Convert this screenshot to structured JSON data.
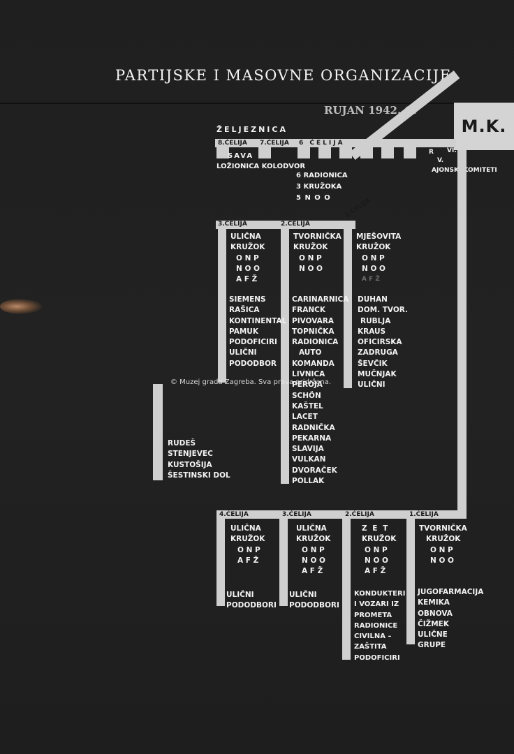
{
  "title": "PARTIJSKE I MASOVNE ORGANIZACIJE",
  "date": "RUJAN 1942. G.",
  "mk": "M.K.",
  "rajonski": {
    "r": "R",
    "vi": "VI.",
    "v": "V.",
    "rest": "AJONSKI KOMITETI"
  },
  "zeljeznica": {
    "title": "ŽELJEZNICA",
    "cells": [
      "8.ĆELIJA",
      "7.ĆELIJA",
      "6 ĆELIJA"
    ],
    "items": [
      "SAVA",
      "LOŽIONICA KOLODVOR"
    ],
    "sub": [
      "6 RADIONICA",
      "3 KRUŽOKA",
      "5 N O O"
    ]
  },
  "upper": {
    "c3": {
      "label": "3.ĆELIJA",
      "head": [
        "ULIČNA",
        "",
        "KRUŽOK",
        "O N P",
        "N O O",
        "A F Ž"
      ],
      "items": [
        "SIEMENS",
        "RAŠICA",
        "KONTINENTAL",
        "PAMUK",
        "PODOFICIRI",
        "ULIČNI",
        "PODODBOR"
      ]
    },
    "c2": {
      "label": "2.ĆELIJA",
      "head": [
        "TVORNIČKA",
        "",
        "KRUŽOK",
        "O N P",
        "N O O"
      ],
      "items": [
        "CARINARNICA",
        "FRANCK",
        "PIVOVARA",
        "TOPNIČKA",
        "RADIONICA",
        "AUTO",
        "KOMANDA",
        "LIVNICA",
        "PEROJA",
        "SCHÖN",
        "KAŠTEL",
        "LACET",
        "RADNIČKA",
        "PEKARNA",
        "SLAVIJA",
        "VULKAN",
        "DVORAČEK",
        "POLLAK"
      ]
    },
    "c1": {
      "label": "1.ĆELIJA",
      "head": [
        "MJEŠOVITA",
        "",
        "KRUŽOK",
        "O N P",
        "N O O"
      ],
      "faint": "A F Ž",
      "items": [
        "DUHAN",
        "DOM. TVOR.",
        "RUBLJA",
        "KRAUS",
        "OFICIRSKA",
        "ZADRUGA",
        "ŠEVČIK",
        "MUČNJAK",
        "ULIČNI"
      ]
    },
    "outer": [
      "RUDEŠ",
      "STENJEVEC",
      "KUSTOŠIJA",
      "ŠESTINSKI DOL"
    ]
  },
  "lower": {
    "c4": {
      "label": "4.ĆELIJA",
      "head": [
        "ULIČNA",
        "",
        "KRUŽOK",
        "O N P",
        "A F Ž"
      ],
      "items": [
        "ULIČNI",
        "PODODBORI"
      ]
    },
    "c3": {
      "label": "3.ĆELIJA",
      "head": [
        "ULIČNA",
        "",
        "KRUŽOK",
        "O N P",
        "N O O",
        "A F Ž"
      ],
      "items": [
        "ULIČNI",
        "PODODBORI"
      ]
    },
    "c2": {
      "label": "2.ĆELIJA",
      "head": [
        "Z E T",
        "",
        "KRUŽOK",
        "O N P",
        "N O O",
        "A F Ž"
      ],
      "items": [
        "KONDUKTERI",
        "I VOZARI IZ",
        "PROMETA",
        "RADIONICE",
        "CIVILNA –",
        "ZAŠTITA",
        "PODOFICIRI"
      ]
    },
    "c1": {
      "label": "1.ĆELIJA",
      "head": [
        "TVORNIČKA",
        "",
        "KRUŽOK",
        "O N P",
        "N O O"
      ],
      "items": [
        "JUGOFARMACIJA",
        "KEMIKA",
        "OBNOVA",
        "ČIŽMEK",
        "ULIČNE",
        "GRUPE"
      ]
    }
  },
  "watermark": "© Muzej grada Zagreba. Sva prava pridržana."
}
